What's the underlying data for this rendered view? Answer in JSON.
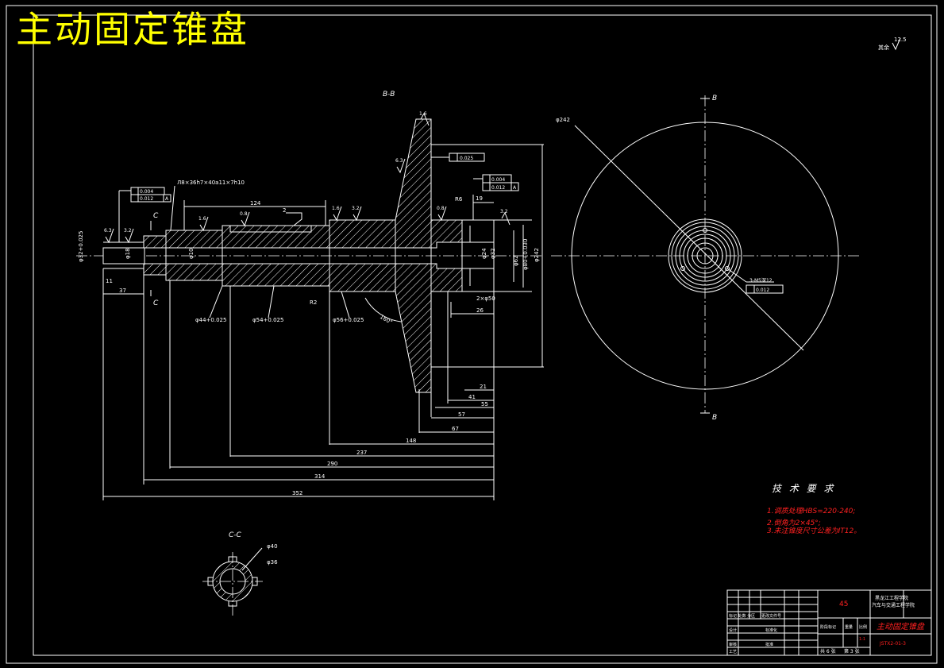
{
  "title": "主动固定锥盘",
  "section_labels": {
    "bb": "B-B",
    "cc": "C-C",
    "b_top": "B",
    "b_bottom": "B",
    "c_top": "C",
    "c_bottom": "C"
  },
  "roughness_default": {
    "prefix": "其余",
    "value": "12.5"
  },
  "spline_note": "Л8×36h7×40a11×7h10",
  "tolerances": {
    "circ_runout_1": "0.004",
    "flat_1": "0.012",
    "datum_1": "A",
    "flatness_face": "0.025",
    "cyl_1": "0.004",
    "runout_2": "0.012",
    "datum_2": "A",
    "pos_holes": "0.012"
  },
  "dimensions": {
    "d37": "37",
    "d11": "11",
    "d314": "314",
    "d352": "352",
    "d290": "290",
    "d237": "237",
    "d148": "148",
    "d67": "67",
    "d57": "57",
    "d55": "55",
    "d41": "41",
    "d21": "21",
    "d26": "26",
    "d19": "19",
    "d124": "124",
    "d2": "2",
    "phi10": "φ10",
    "phi18": "φ18",
    "phi24": "φ24",
    "phi32": "φ32",
    "phi40": "φ40",
    "phi36": "φ36",
    "phi242": "φ242",
    "phi44": "φ44+0.025",
    "phi54": "φ54+0.025",
    "phi56": "φ56+0.025",
    "phi80": "φ80+0.030",
    "phi62": "φ62",
    "phi_left": "φ32+0.025",
    "r62": "R2",
    "angle": "160°",
    "r6": "R6",
    "three_holes": "3-M5深12",
    "two_holes": "2×φ50"
  },
  "roughness_marks": [
    "6.3",
    "3.2",
    "1.6",
    "0.8",
    "1.6",
    "3.2",
    "6.3",
    "1.6",
    "0.8",
    "3.2"
  ],
  "tech_req": {
    "heading": "技 术 要 求",
    "items": [
      "1.调质处理HBS=220-240;",
      "2.倒角为2×45°;",
      "3.未注锥度尺寸公差为IT12。"
    ]
  },
  "title_block": {
    "material": "45",
    "school_line1": "黑龙江工程学院",
    "school_line2": "汽车与交通工程学院",
    "drawing_name": "主动固定锥盘",
    "drawing_no": "JSTX2-01-3",
    "row_labels": [
      "标记 处数 分区",
      "设计",
      "审核",
      "工艺"
    ],
    "mid_labels": [
      "更改文件号",
      "标准化",
      "批准"
    ],
    "stage_labels": [
      "阶段标记",
      "重量",
      "比例"
    ],
    "scale": "1:1",
    "sheet_total": "共 6 张",
    "sheet_no": "第 3 张"
  }
}
